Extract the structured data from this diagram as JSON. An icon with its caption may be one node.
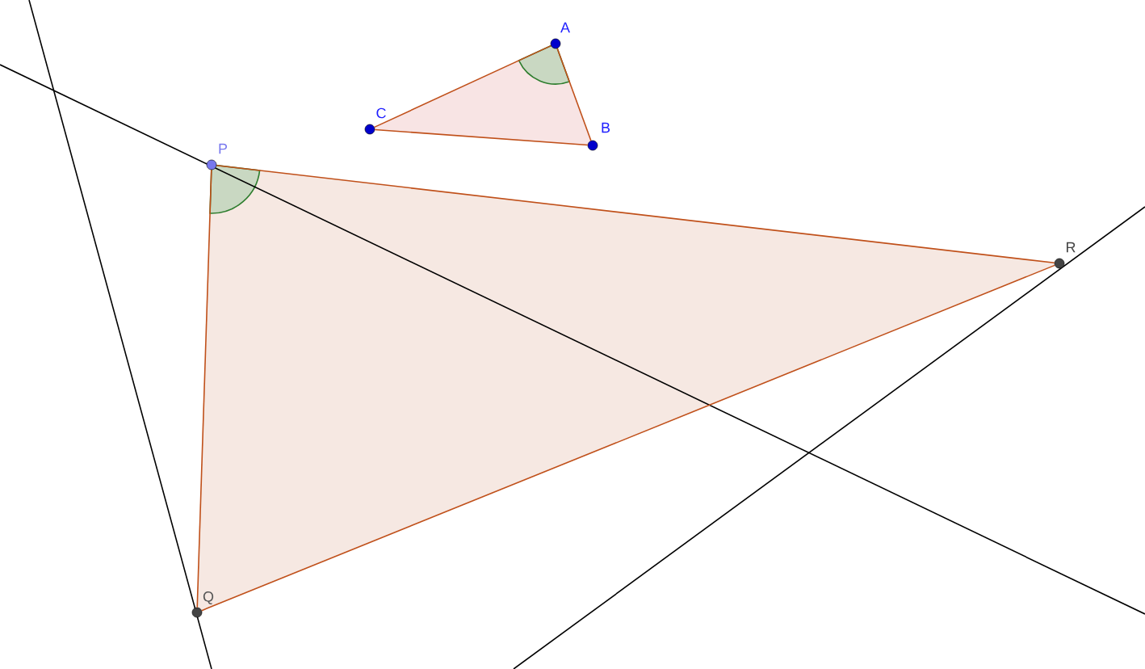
{
  "diagram": {
    "nodes": [
      {
        "text": [
          "A"
        ]
      },
      {
        "text": [
          "B"
        ]
      },
      {
        "text": [
          "C"
        ]
      },
      {
        "text": [
          "P"
        ]
      },
      {
        "text": [
          "Q"
        ]
      },
      {
        "text": [
          "R"
        ]
      }
    ],
    "edges": [
      {
        "from": 0,
        "to": 1,
        "arrow": "none"
      },
      {
        "from": 1,
        "to": 2,
        "arrow": "none"
      },
      {
        "from": 2,
        "to": 0,
        "arrow": "none"
      },
      {
        "from": 3,
        "to": 4,
        "arrow": "none"
      },
      {
        "from": 4,
        "to": 5,
        "arrow": "none"
      },
      {
        "from": 5,
        "to": 3,
        "arrow": "none"
      }
    ]
  }
}
